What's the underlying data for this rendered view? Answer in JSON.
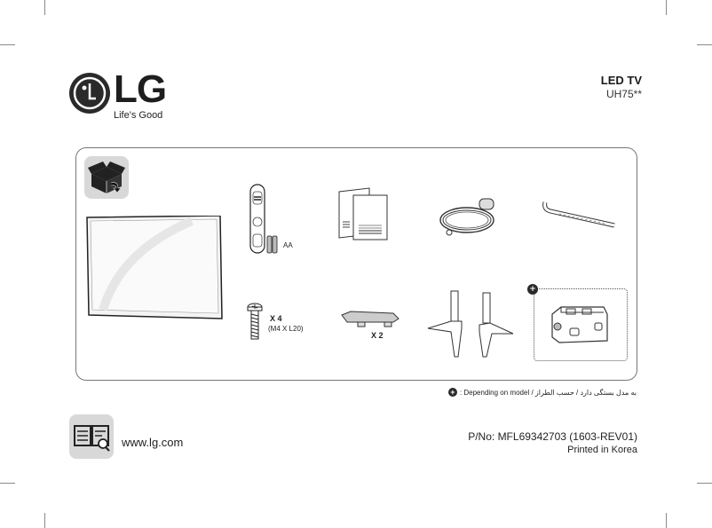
{
  "brand": {
    "logo_text": "LG",
    "tagline": "Life's Good"
  },
  "product": {
    "type": "LED TV",
    "model": "UH75**"
  },
  "accessories": [
    {
      "name": "TV panel",
      "label": ""
    },
    {
      "name": "Remote control with batteries",
      "label": "AA"
    },
    {
      "name": "Owner's manual",
      "label": ""
    },
    {
      "name": "Power cord",
      "label": ""
    },
    {
      "name": "Cable holder",
      "label": ""
    },
    {
      "name": "Stand screws",
      "qty": "X 4",
      "spec": "(M4 X L20)"
    },
    {
      "name": "Stand cover",
      "qty": "X 2"
    },
    {
      "name": "Stand legs",
      "label": ""
    },
    {
      "name": "Ferrite core",
      "label": "",
      "optional": true
    }
  ],
  "note": {
    "symbol": "+",
    "text": ": Depending on model / به مدل بستگی دارد / حسب الطراز"
  },
  "footer": {
    "url": "www.lg.com",
    "part_number": "P/No: MFL69342703 (1603-REV01)",
    "printed": "Printed in Korea"
  }
}
